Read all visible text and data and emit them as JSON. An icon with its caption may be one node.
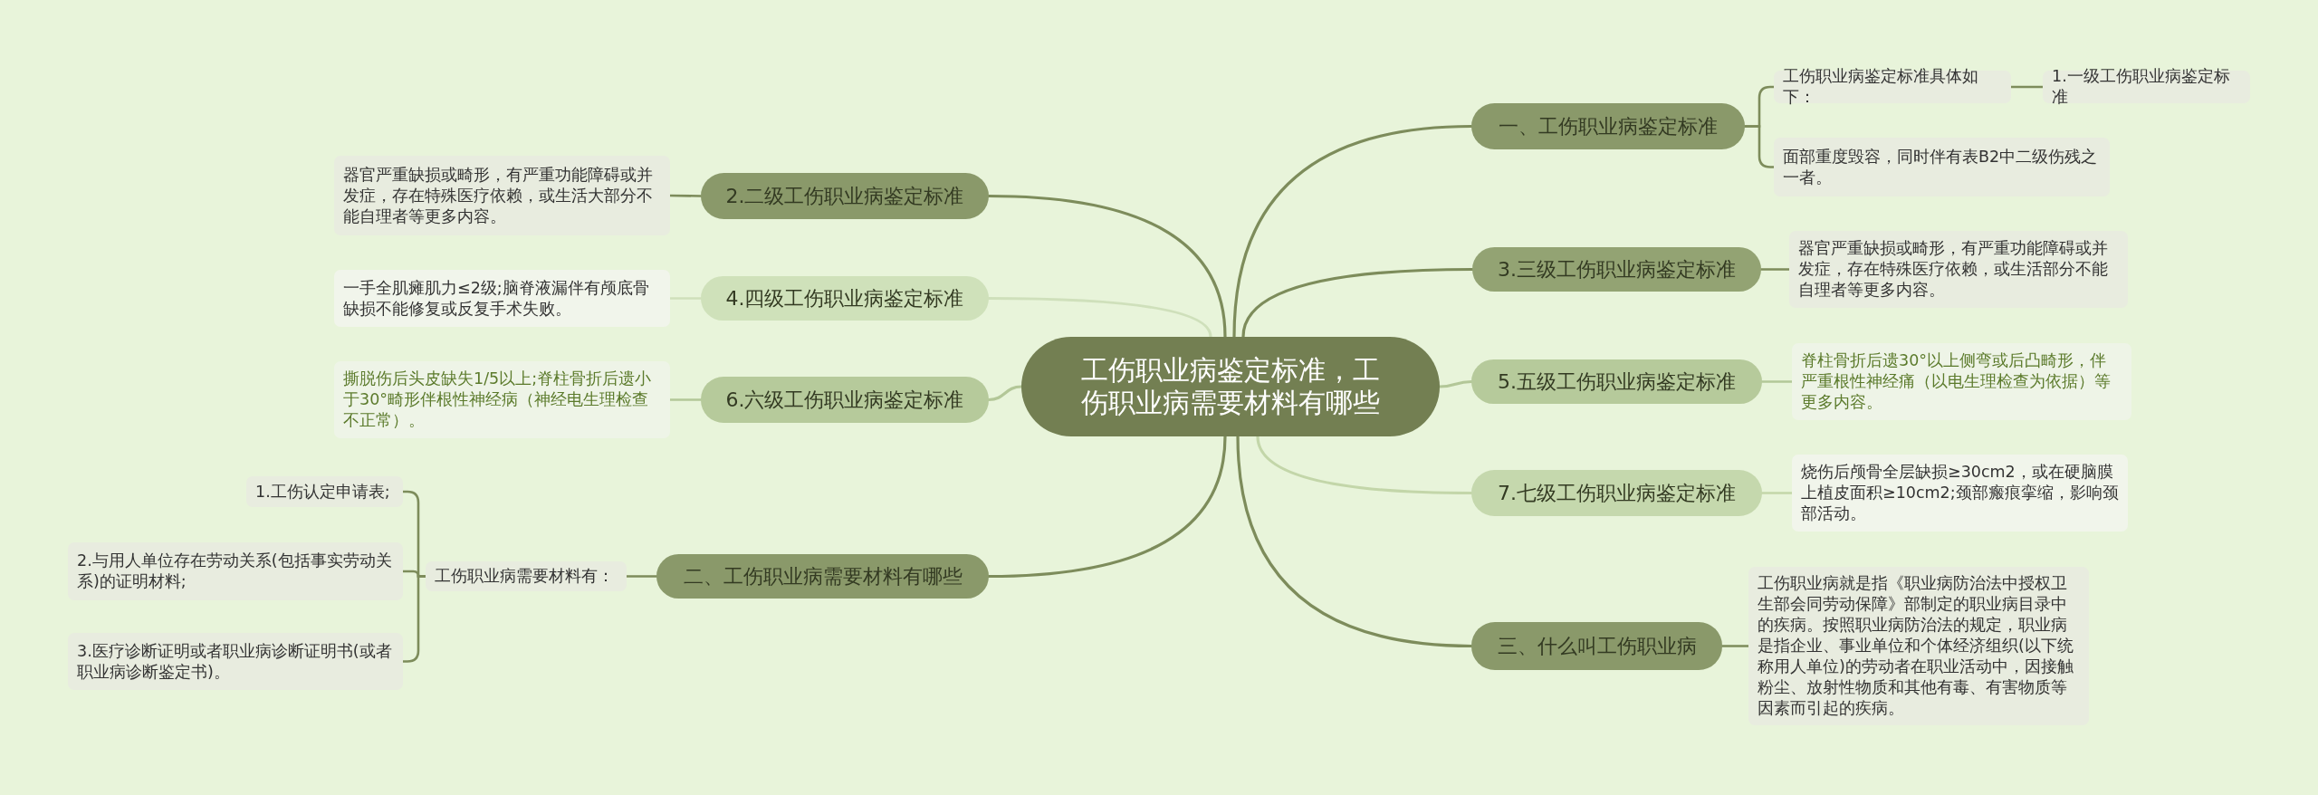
{
  "diagram": {
    "nodes": [
      {
        "text": [
          "工伤职业病鉴定标准，工伤职业病需要材料有哪些"
        ]
      },
      {
        "text": [
          "一、工伤职业病鉴定标准"
        ]
      },
      {
        "text": [
          "工伤职业病鉴定标准具体如下："
        ]
      },
      {
        "text": [
          "1.一级工伤职业病鉴定标准"
        ]
      },
      {
        "text": [
          "面部重度毁容，同时伴有表B2中二级伤残之一者。"
        ]
      },
      {
        "text": [
          "3.三级工伤职业病鉴定标准"
        ]
      },
      {
        "text": [
          "器官严重缺损或畸形，有严重功能障碍或并发症，存在特殊医疗依赖，或生活部分不能自理者等更多内容。"
        ]
      },
      {
        "text": [
          "5.五级工伤职业病鉴定标准"
        ]
      },
      {
        "text": [
          "脊柱骨折后遗30°以上侧弯或后凸畸形，伴严重根性神经痛（以电生理检查为依据）等更多内容。"
        ]
      },
      {
        "text": [
          "7.七级工伤职业病鉴定标准"
        ]
      },
      {
        "text": [
          "烧伤后颅骨全层缺损≥30cm2，或在硬脑膜上植皮面积≥10cm2;颈部瘢痕挛缩，影响颈部活动。"
        ]
      },
      {
        "text": [
          "三、什么叫工伤职业病"
        ]
      },
      {
        "text": [
          "工伤职业病就是指《职业病防治法中授权卫生部会同劳动保障》部制定的职业病目录中的疾病。按照职业病防治法的规定，职业病是指企业、事业单位和个体经济组织(以下统称用人单位)的劳动者在职业活动中，因接触粉尘、放射性物质和其他有毒、有害物质等因素而引起的疾病。"
        ]
      },
      {
        "text": [
          "2.二级工伤职业病鉴定标准"
        ]
      },
      {
        "text": [
          "器官严重缺损或畸形，有严重功能障碍或并发症，存在特殊医疗依赖，或生活大部分不能自理者等更多内容。"
        ]
      },
      {
        "text": [
          "4.四级工伤职业病鉴定标准"
        ]
      },
      {
        "text": [
          "一手全肌瘫肌力≤2级;脑脊液漏伴有颅底骨缺损不能修复或反复手术失败。"
        ]
      },
      {
        "text": [
          "6.六级工伤职业病鉴定标准"
        ]
      },
      {
        "text": [
          "撕脱伤后头皮缺失1/5以上;脊柱骨折后遗小于30°畸形伴根性神经病（神经电生理检查不正常）。"
        ]
      },
      {
        "text": [
          "二、工伤职业病需要材料有哪些"
        ]
      },
      {
        "text": [
          "工伤职业病需要材料有："
        ]
      },
      {
        "text": [
          "1.工伤认定申请表;"
        ]
      },
      {
        "text": [
          "2.与用人单位存在劳动关系(包括事实劳动关系)的证明材料;"
        ]
      },
      {
        "text": [
          "3.医疗诊断证明或者职业病诊断证明书(或者职业病诊断鉴定书)。"
        ]
      }
    ],
    "edges": [
      {
        "from": 0,
        "to": 1,
        "arrow": "none"
      },
      {
        "from": 1,
        "to": 2,
        "arrow": "none"
      },
      {
        "from": 2,
        "to": 3,
        "arrow": "none"
      },
      {
        "from": 1,
        "to": 4,
        "arrow": "none"
      },
      {
        "from": 0,
        "to": 5,
        "arrow": "none"
      },
      {
        "from": 5,
        "to": 6,
        "arrow": "none"
      },
      {
        "from": 0,
        "to": 7,
        "arrow": "none",
        "color": "#b3c798"
      },
      {
        "from": 7,
        "to": 8,
        "arrow": "none",
        "color": "#b3c798"
      },
      {
        "from": 0,
        "to": 9,
        "arrow": "none",
        "color": "#c3d6a9"
      },
      {
        "from": 9,
        "to": 10,
        "arrow": "none",
        "color": "#c3d6a9"
      },
      {
        "from": 0,
        "to": 11,
        "arrow": "none"
      },
      {
        "from": 11,
        "to": 12,
        "arrow": "none"
      },
      {
        "from": 0,
        "to": 13,
        "arrow": "none"
      },
      {
        "from": 13,
        "to": 14,
        "arrow": "none"
      },
      {
        "from": 0,
        "to": 15,
        "arrow": "none",
        "color": "#cfe0bb"
      },
      {
        "from": 15,
        "to": 16,
        "arrow": "none",
        "color": "#cfe0bb"
      },
      {
        "from": 0,
        "to": 17,
        "arrow": "none",
        "color": "#b3c798"
      },
      {
        "from": 17,
        "to": 18,
        "arrow": "none",
        "color": "#b3c798"
      },
      {
        "from": 0,
        "to": 19,
        "arrow": "none"
      },
      {
        "from": 19,
        "to": 20,
        "arrow": "none"
      },
      {
        "from": 20,
        "to": 21,
        "arrow": "none"
      },
      {
        "from": 20,
        "to": 22,
        "arrow": "none"
      },
      {
        "from": 20,
        "to": 23,
        "arrow": "none"
      }
    ]
  }
}
